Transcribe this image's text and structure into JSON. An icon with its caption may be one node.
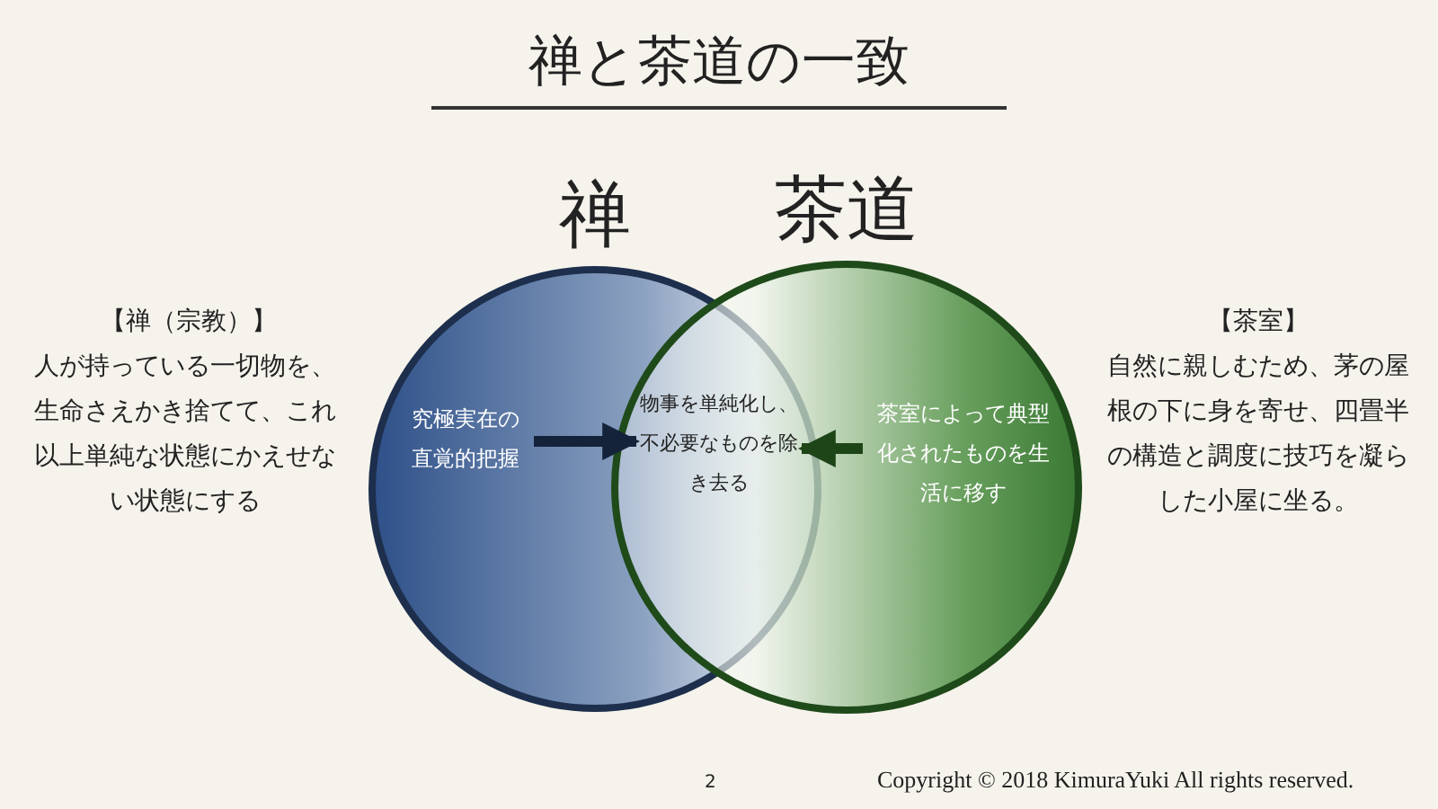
{
  "diagram": {
    "title": "禅と茶道の一致",
    "nodes": [
      {
        "text": [
          "禅"
        ]
      },
      {
        "text": [
          "茶道"
        ]
      },
      {
        "text": [
          "究極実在の直覚的把握"
        ],
        "in": 0
      },
      {
        "text": [
          "物事を単純化し、不必要なものを除き去る"
        ]
      },
      {
        "text": [
          "茶室によって典型化されたものを生活に移す"
        ],
        "in": 1
      }
    ],
    "edges": [
      {
        "from": 2,
        "to": 3,
        "arrow": "to",
        "color": "#14233a"
      },
      {
        "from": 4,
        "to": 3,
        "arrow": "to",
        "color": "#1e4518"
      }
    ],
    "labels": [
      "【禅（宗教）】",
      "人が持っている一切物を、生命さえかき捨てて、これ以上単純な状態にかえせない状態にする",
      "【茶室】",
      "自然に親しむため、茅の屋根の下に身を寄せ、四畳半の構造と調度に技巧を凝らした小屋に坐る。",
      "2",
      "Copyright © 2018 KimuraYuki All rights reserved."
    ]
  }
}
